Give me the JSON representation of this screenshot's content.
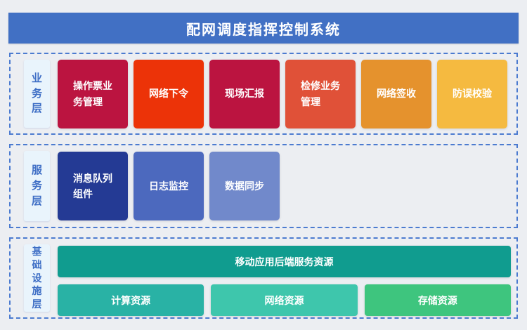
{
  "title": "配网调度指挥控制系统",
  "colors": {
    "banner": "#4170c4",
    "dashed_border": "#4c7bd0",
    "layer_label_bg": "#e9f4fc",
    "layer_label_text": "#3e6ec5",
    "page_bg": "#eceef2"
  },
  "layers": {
    "business": {
      "label": "业务层",
      "boxes": [
        {
          "label": "操作票业\n务管理",
          "color": "#bb1440"
        },
        {
          "label": "网络下令",
          "color": "#ec3308"
        },
        {
          "label": "现场汇报",
          "color": "#bb1440"
        },
        {
          "label": "检修业务\n管理",
          "color": "#e05138"
        },
        {
          "label": "网络签收",
          "color": "#e5922d"
        },
        {
          "label": "防误校验",
          "color": "#f5ba40"
        }
      ]
    },
    "service": {
      "label": "服务层",
      "boxes": [
        {
          "label": "消息队列\n组件",
          "color": "#243a94"
        },
        {
          "label": "日志监控",
          "color": "#4c69be"
        },
        {
          "label": "数据同步",
          "color": "#7189cb"
        }
      ]
    },
    "infrastructure": {
      "label": "基础设施层",
      "wide_box": {
        "label": "移动应用后端服务资源",
        "color": "#109c8f"
      },
      "boxes": [
        {
          "label": "计算资源",
          "color": "#29b2a5"
        },
        {
          "label": "网络资源",
          "color": "#3ec6ac"
        },
        {
          "label": "存储资源",
          "color": "#3ec57e"
        }
      ]
    }
  }
}
